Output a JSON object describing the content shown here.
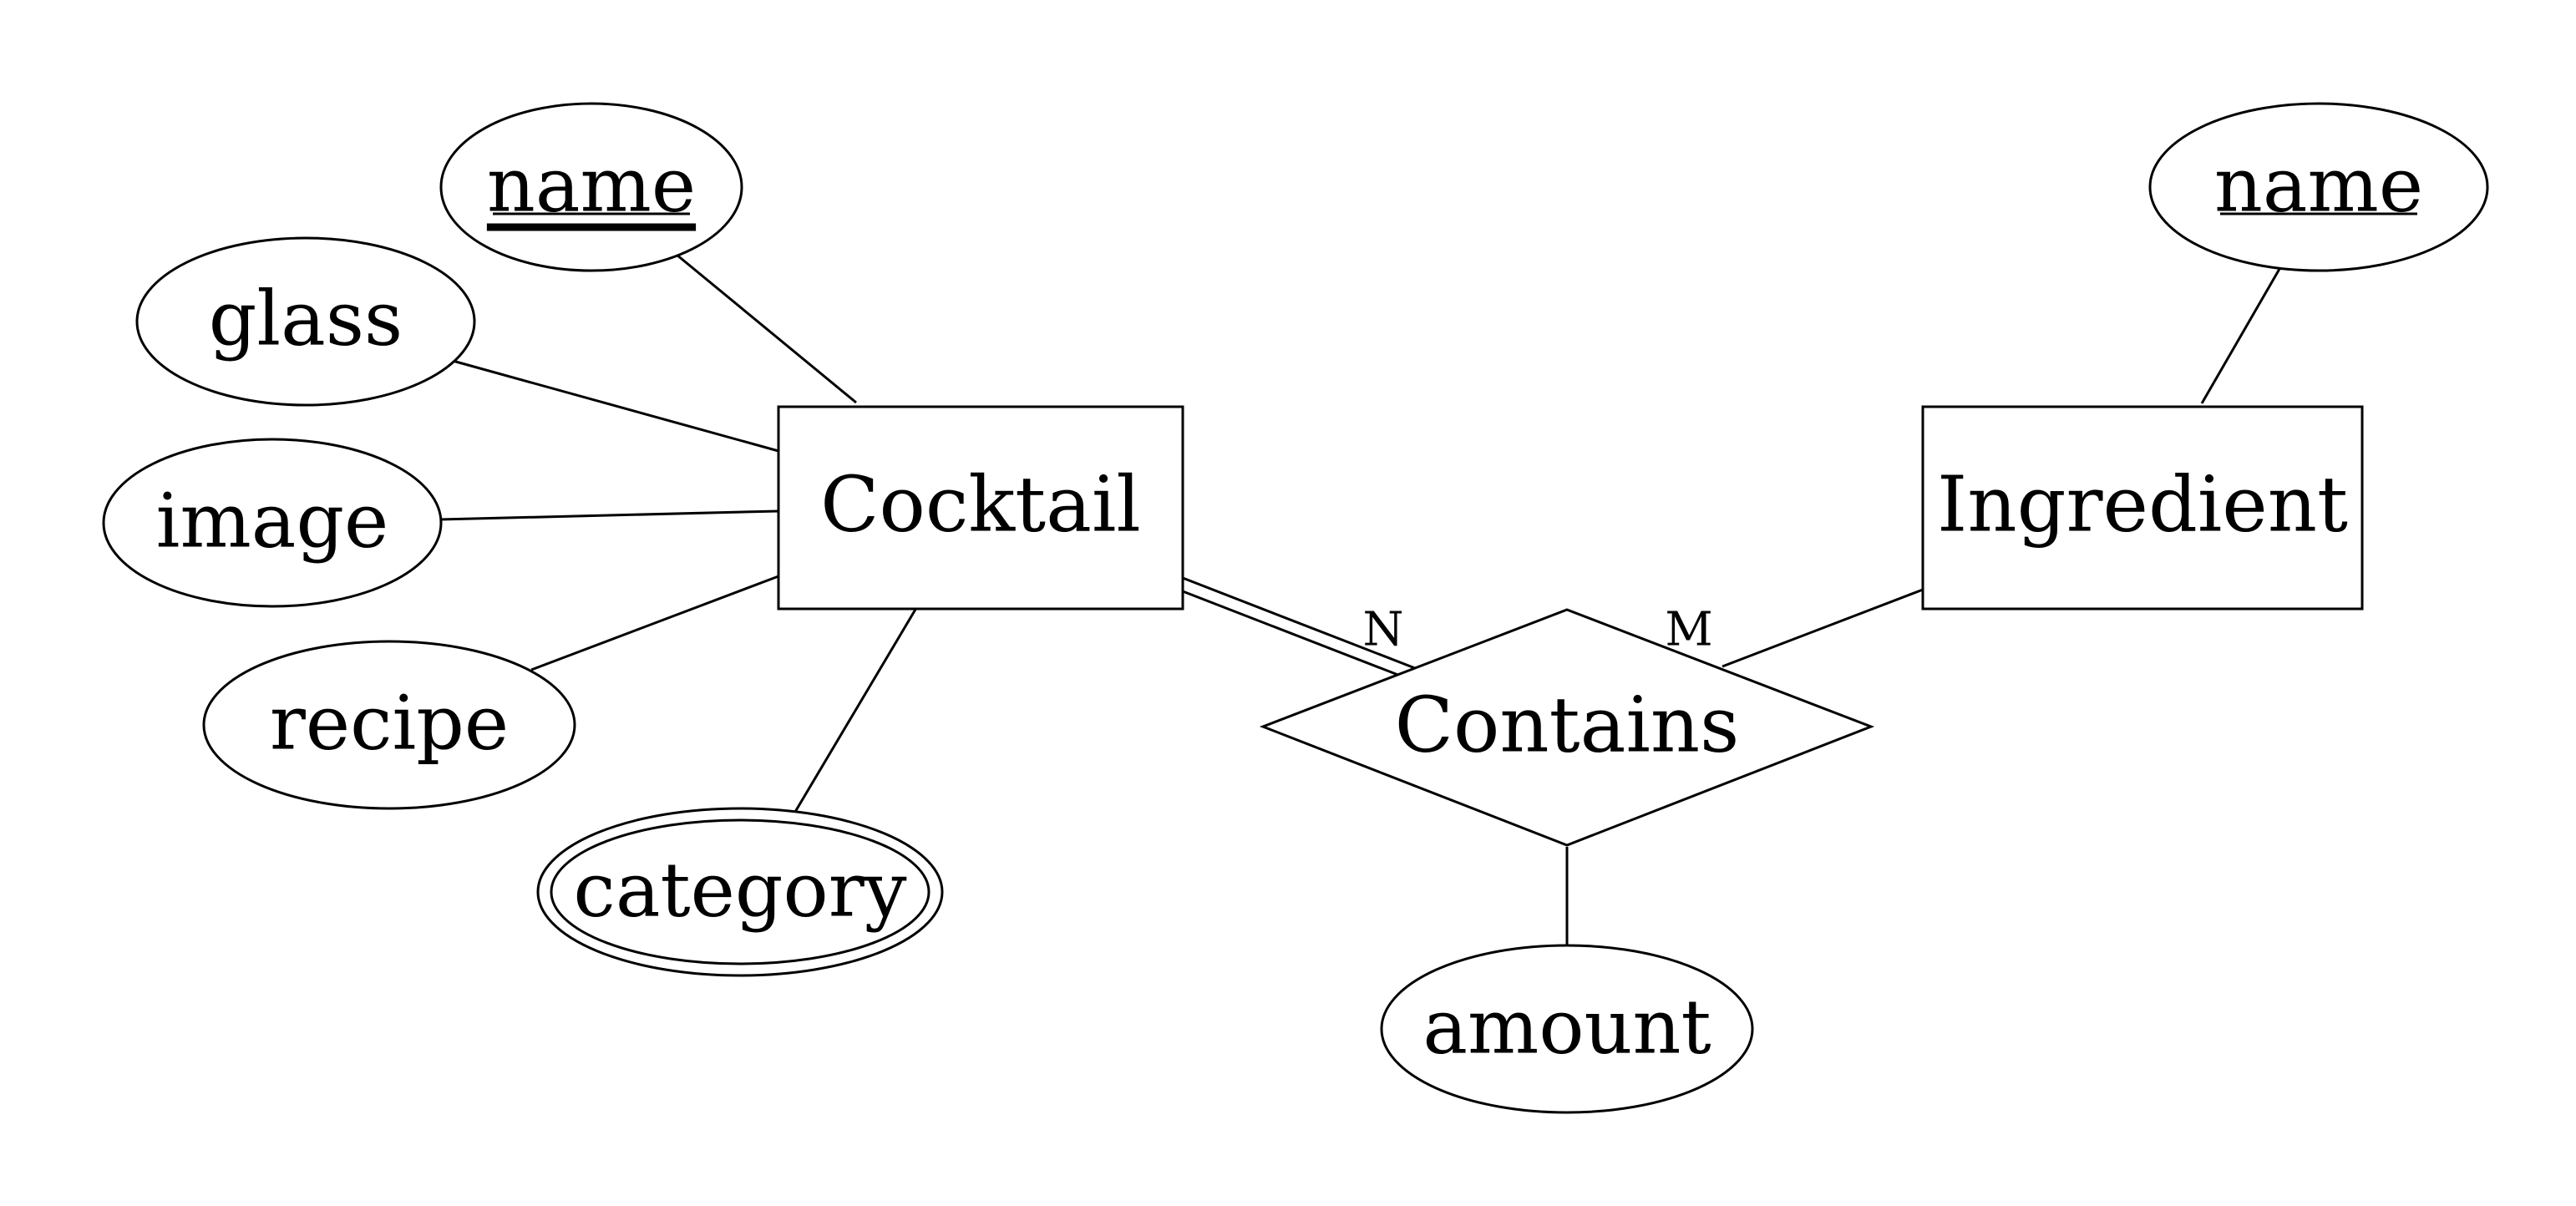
{
  "entities": {
    "cocktail": {
      "label": "Cocktail"
    },
    "ingredient": {
      "label": "Ingredient"
    }
  },
  "relationship": {
    "contains": {
      "label": "Contains"
    }
  },
  "attributes": {
    "cocktail_name": {
      "label": "name",
      "key": true
    },
    "glass": {
      "label": "glass"
    },
    "image": {
      "label": "image"
    },
    "recipe": {
      "label": "recipe"
    },
    "category": {
      "label": "category",
      "multivalued": true
    },
    "ingredient_name": {
      "label": "name",
      "key": true
    },
    "amount": {
      "label": "amount"
    }
  },
  "cardinality": {
    "cocktail_side": "N",
    "ingredient_side": "M"
  },
  "participation": {
    "cocktail_contains": "total",
    "ingredient_contains": "partial"
  }
}
